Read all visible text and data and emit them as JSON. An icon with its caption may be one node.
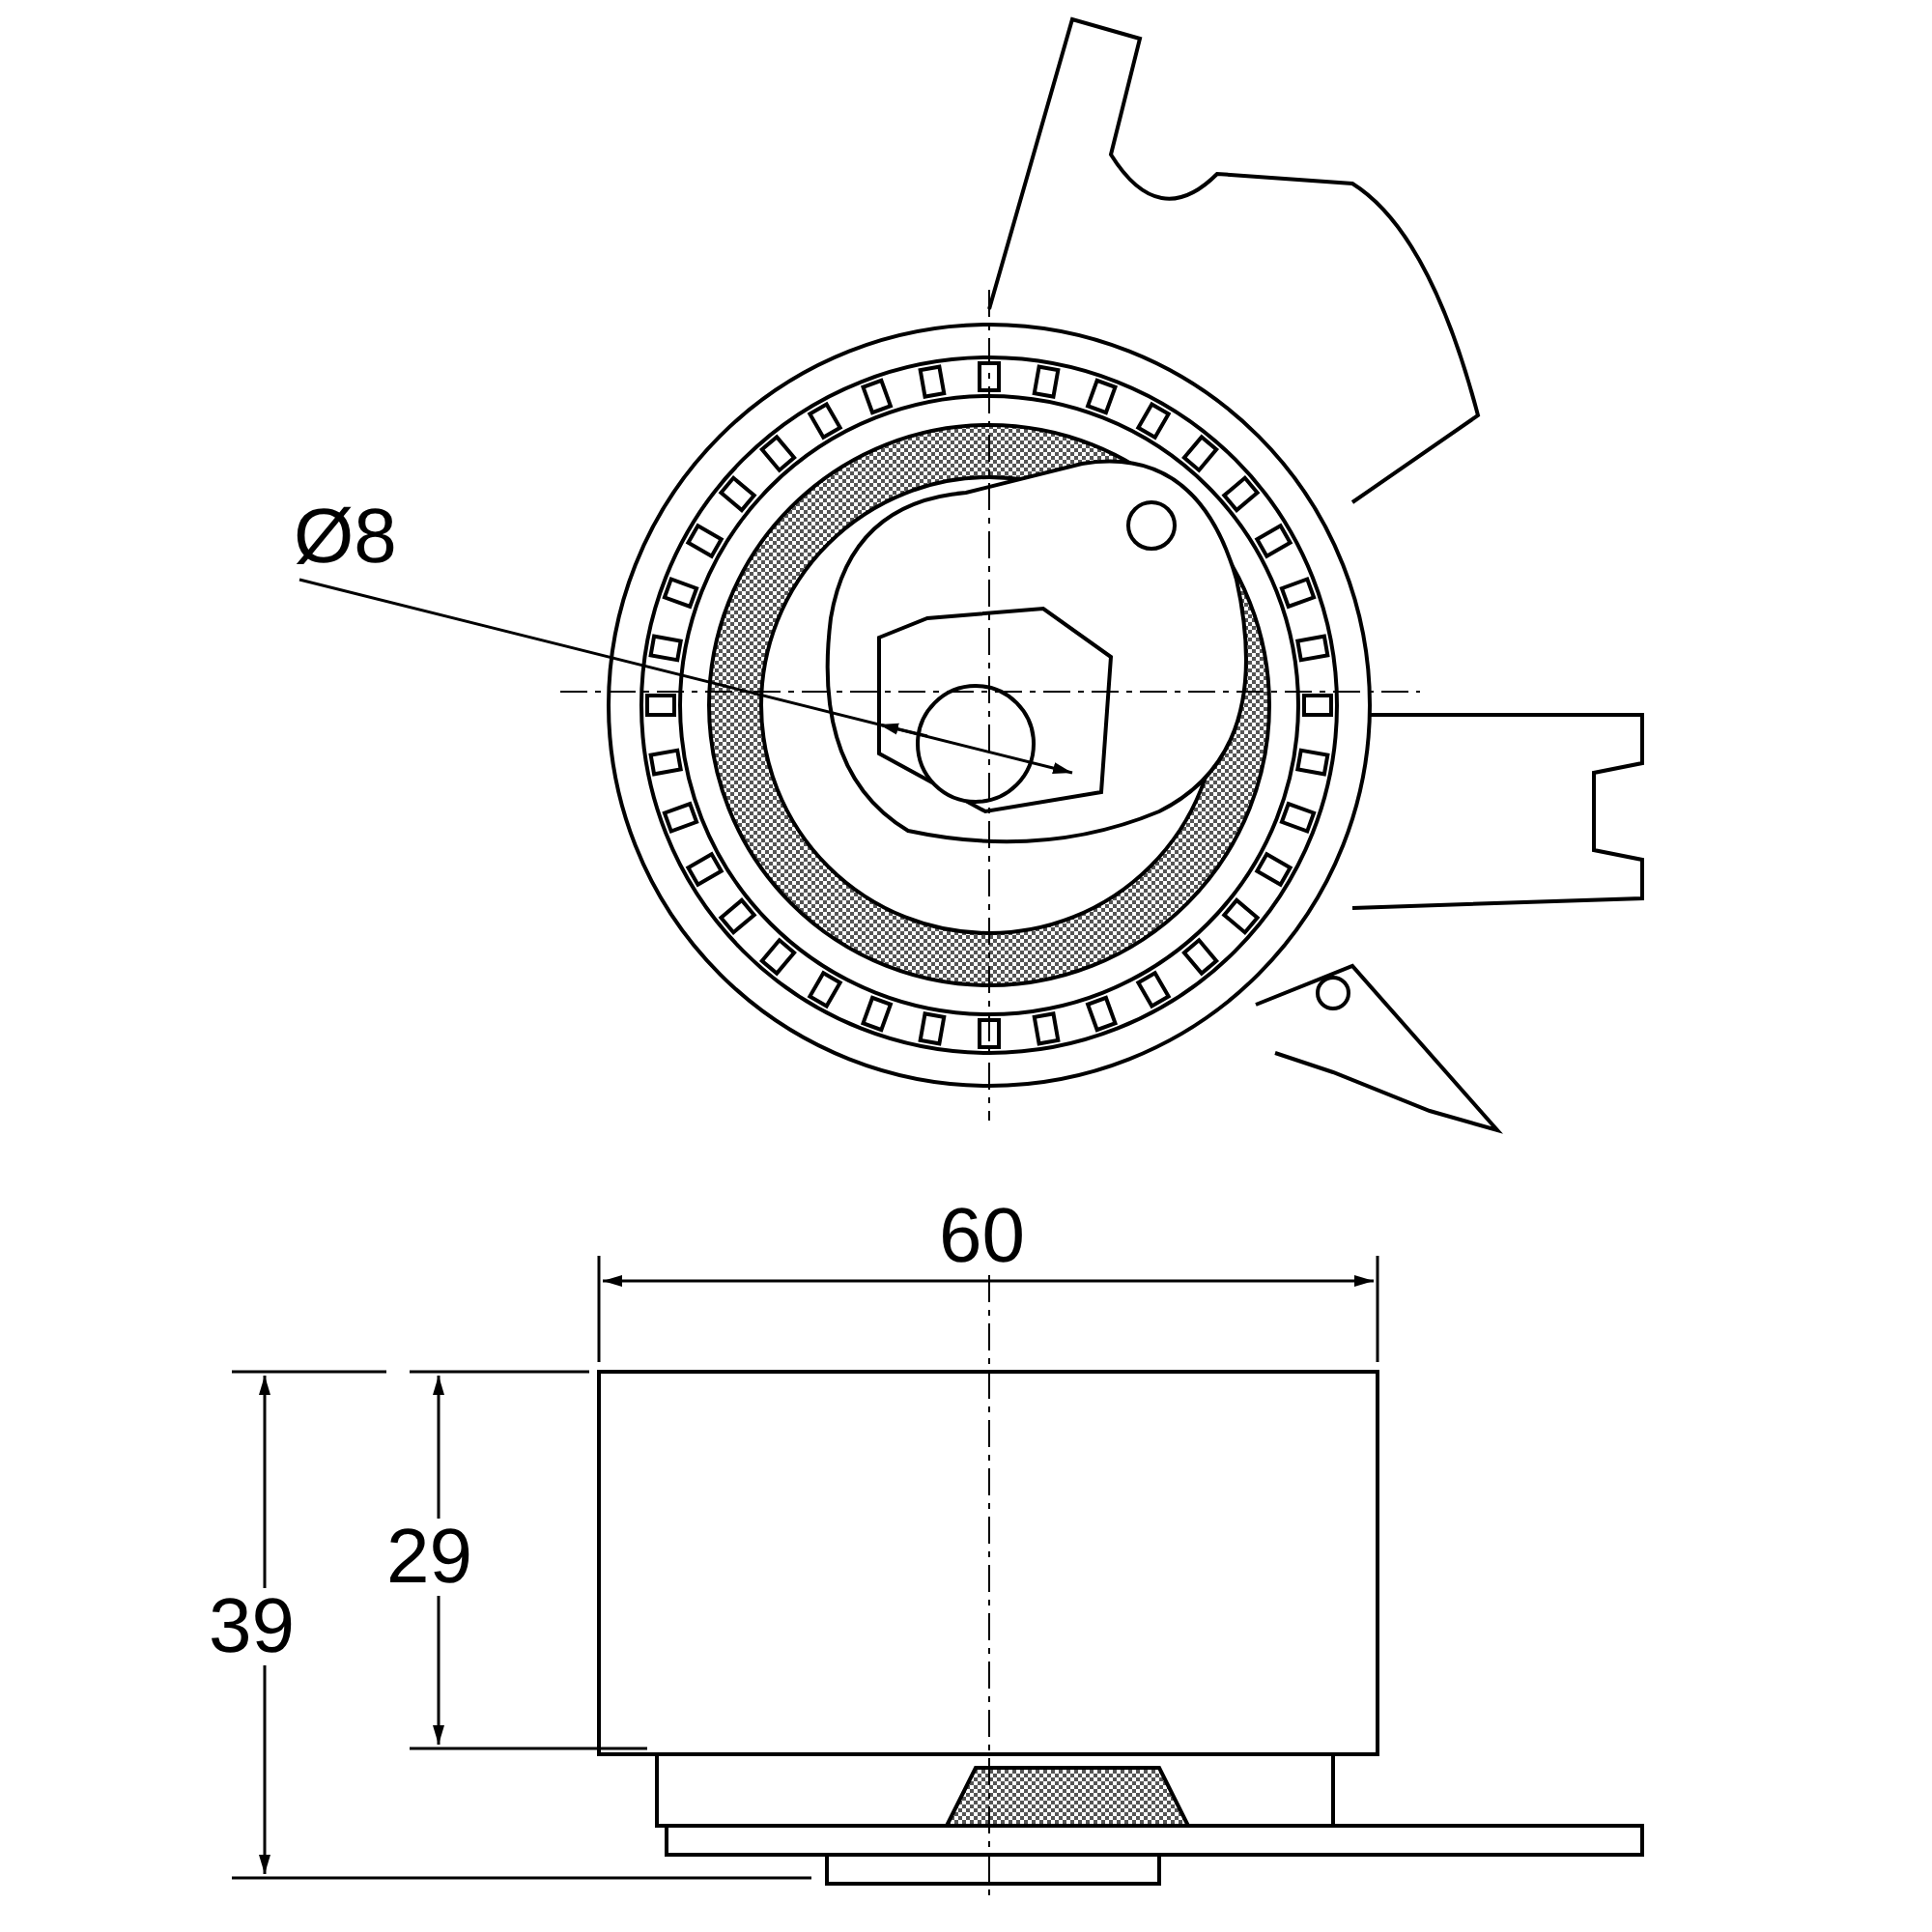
{
  "diagram": {
    "labels": [
      "Ø8",
      "60",
      "29",
      "39"
    ]
  }
}
